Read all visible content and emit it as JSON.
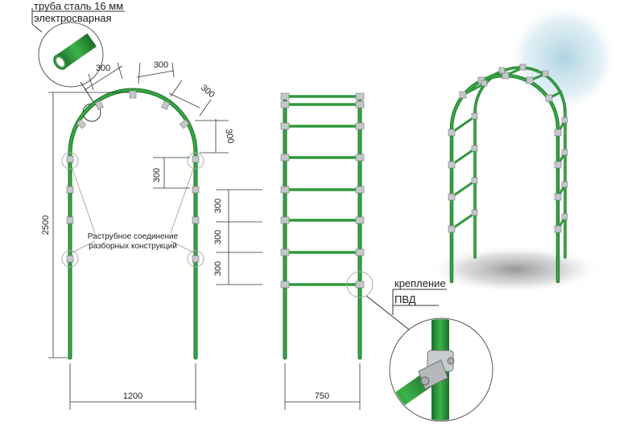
{
  "colors": {
    "pipe": "#2e9a3c",
    "pipe_dark": "#1d6e28",
    "fitting": "#b8bcbf",
    "dimension": "#333333",
    "shadow": "#9a9a9a",
    "sky": "#a9d1e0"
  },
  "labels": {
    "pipe_title": "труба сталь 16 мм",
    "pipe_subtitle": "электросварная",
    "joint_line1": "Раструбное соединение",
    "joint_line2": "разборных конструкций",
    "clamp_line1": "крепление",
    "clamp_line2": "ПВД"
  },
  "dimensions": {
    "arc_segment_1": "300",
    "arc_segment_2": "300",
    "arc_segment_3": "300",
    "arc_segment_4": "300",
    "side_spacing": "300",
    "height": "2500",
    "width_front": "1200",
    "step_1": "300",
    "step_2": "300",
    "step_3": "300",
    "width_side": "750"
  }
}
